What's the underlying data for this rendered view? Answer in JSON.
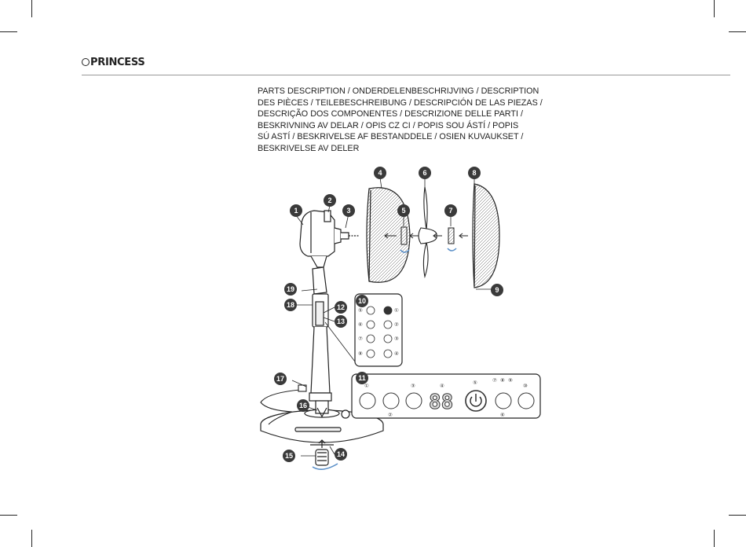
{
  "brand": {
    "name": "PRINCESS",
    "icon": "princess-crown-icon"
  },
  "heading": "PARTS DESCRIPTION / ONDERDELENBESCHRIJVING / DESCRIPTION\nDES PIÈCES / TEILEBESCHREIBUNG / DESCRIPCIÓN DE LAS PIEZAS /\nDESCRIÇÃO DOS COMPONENTES / DESCRIZIONE DELLE PARTI /\nBESKRIVNING AV DELAR / OPIS CZ    CI / POPIS SOU  ÁSTÍ / POPIS\nSÚ   ASTÍ / BESKRIVELSE AF BESTANDDELE / OSIEN KUVAUKSET /\nBESKRIVELSE AV DELER",
  "part_labels": [
    "1",
    "2",
    "3",
    "4",
    "5",
    "6",
    "7",
    "8",
    "9",
    "10",
    "11",
    "12",
    "13",
    "14",
    "15",
    "16",
    "17",
    "18",
    "19"
  ],
  "remote_markers": {
    "left": [
      "⑤",
      "⑥",
      "⑦",
      "⑧"
    ],
    "right": [
      "①",
      "②",
      "③",
      "④"
    ]
  },
  "panel_markers": {
    "top": [
      "①",
      "③",
      "④",
      "⑤",
      "⑦",
      "⑧",
      "⑨",
      "⑩"
    ],
    "bottom": [
      "②",
      "⑥"
    ]
  },
  "display_value": "88",
  "colors": {
    "badge": "#3a3a3a",
    "accent_blue": "#5a8fc8",
    "line": "#222222"
  }
}
